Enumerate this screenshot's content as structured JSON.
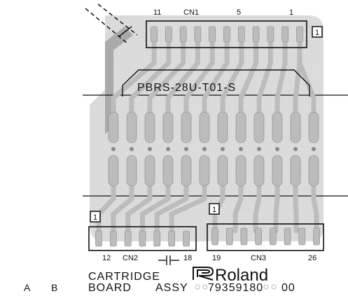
{
  "connectors": {
    "cn1": {
      "name": "CN1",
      "pin_first": "11",
      "pin_mid": "5",
      "pin_last": "1",
      "pin_count": 11,
      "pin1_marker": "1"
    },
    "cn2": {
      "name": "CN2",
      "pin_first": "12",
      "pin_last": "18",
      "pin_count": 7,
      "pin1_marker": "1"
    },
    "cn3": {
      "name": "CN3",
      "pin_first": "19",
      "pin_last": "26",
      "pin_count": 8,
      "pin1_marker": "1"
    }
  },
  "part_label": "PBRS-28U-T01-S",
  "board": {
    "line1": "CARTRIDGE",
    "line2": "BOARD",
    "assy": "ASSY",
    "part_number": "79359180",
    "revision": "00"
  },
  "brand": {
    "name": "Roland"
  },
  "corner_labels": {
    "a": "A",
    "b": "B"
  },
  "colors": {
    "copper": "#bcbcbc",
    "ink": "#111111",
    "background": "#ffffff"
  }
}
